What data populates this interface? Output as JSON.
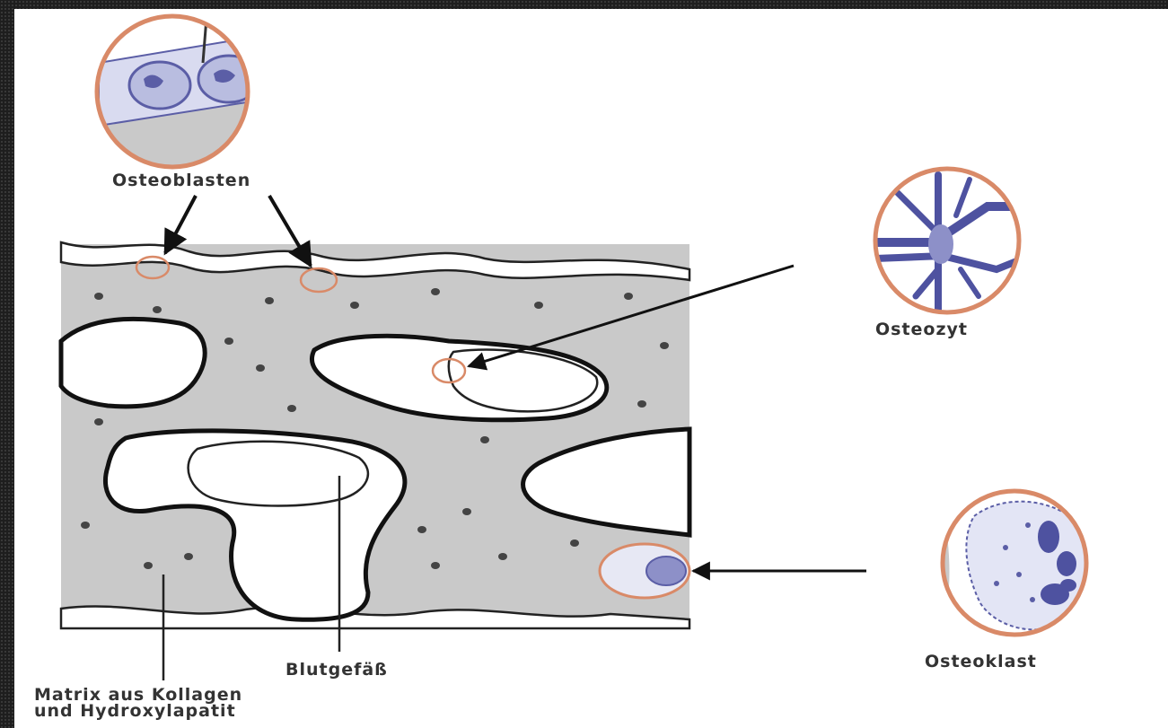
{
  "labels": {
    "osteoblasten": "Osteoblasten",
    "osteozyt": "Osteozyt",
    "osteoklast": "Osteoklast",
    "blutgefaess": "Blutgefäß",
    "matrix_line1": "Matrix aus Kollagen",
    "matrix_line2": "und Hydroxylapatit"
  },
  "colors": {
    "bone_matrix": "#c9c9c9",
    "cell_purple": "#5b5ea6",
    "cell_light": "#b9bde0",
    "magnifier_ring": "#d98a68",
    "background_frame": "#1e1e1e"
  }
}
